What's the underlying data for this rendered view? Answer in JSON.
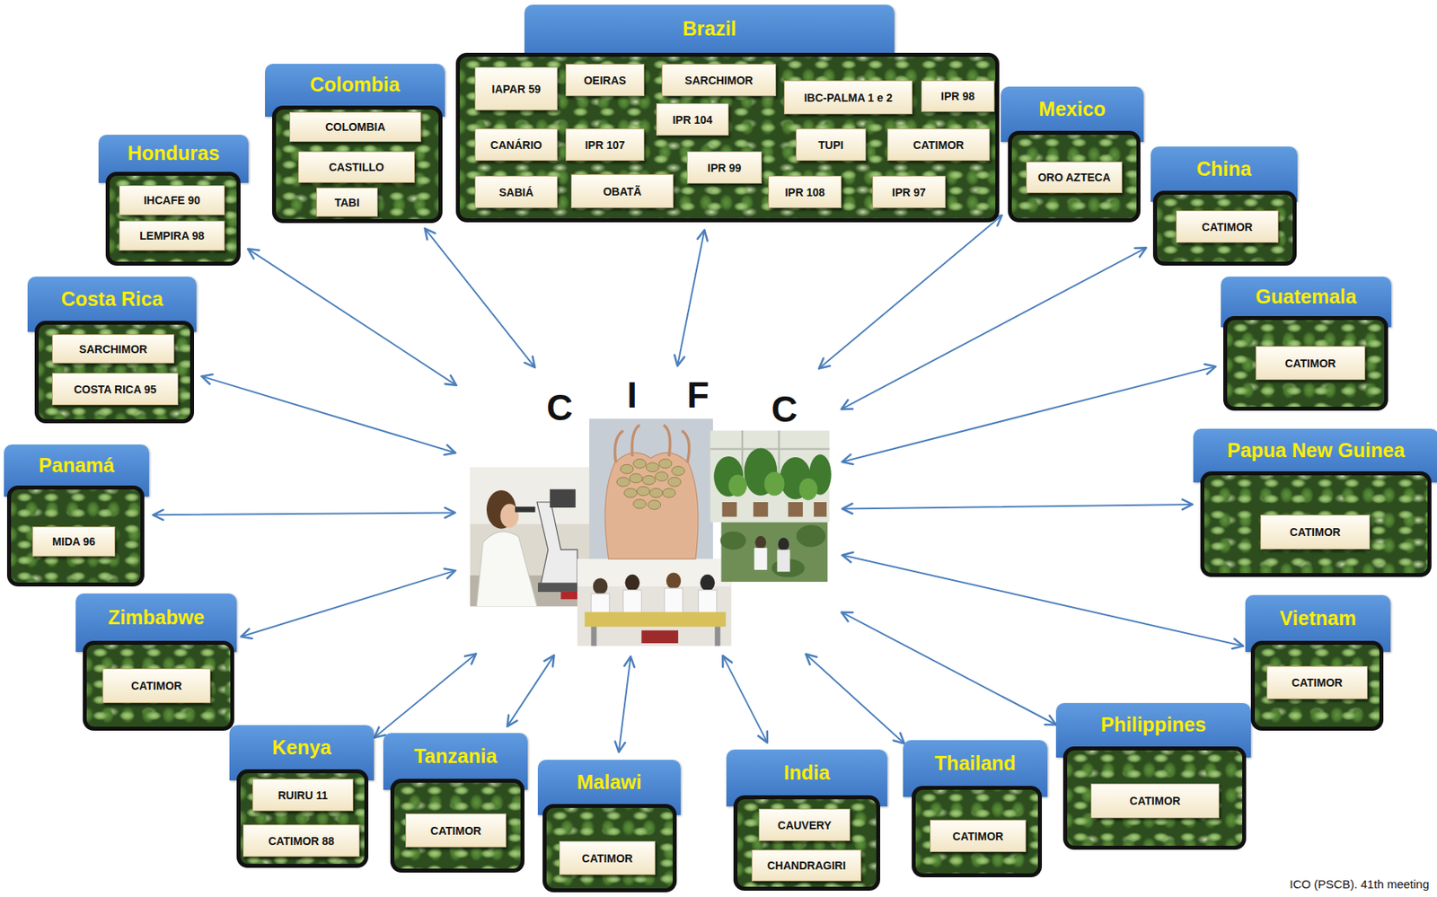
{
  "diagram": {
    "caption": "ICO (PSCB). 41th meeting",
    "nodes": [
      {
        "text": [
          "C",
          "I",
          "F",
          "C"
        ]
      },
      {
        "text": [
          "Honduras"
        ]
      },
      {
        "text": [
          "IHCAFE 90"
        ],
        "in": 1
      },
      {
        "text": [
          "LEMPIRA 98"
        ],
        "in": 1
      },
      {
        "text": [
          "Colombia"
        ]
      },
      {
        "text": [
          "COLOMBIA"
        ],
        "in": 4
      },
      {
        "text": [
          "CASTILLO"
        ],
        "in": 4
      },
      {
        "text": [
          "TABI"
        ],
        "in": 4
      },
      {
        "text": [
          "Brazil"
        ]
      },
      {
        "text": [
          "IAPAR 59"
        ],
        "in": 8
      },
      {
        "text": [
          "OEIRAS"
        ],
        "in": 8
      },
      {
        "text": [
          "SARCHIMOR"
        ],
        "in": 8
      },
      {
        "text": [
          "IBC-PALMA 1 e 2"
        ],
        "in": 8
      },
      {
        "text": [
          "IPR 98"
        ],
        "in": 8
      },
      {
        "text": [
          "IPR 104"
        ],
        "in": 8
      },
      {
        "text": [
          "CANÁRIO"
        ],
        "in": 8
      },
      {
        "text": [
          "IPR 107"
        ],
        "in": 8
      },
      {
        "text": [
          "TUPI"
        ],
        "in": 8
      },
      {
        "text": [
          "CATIMOR"
        ],
        "in": 8
      },
      {
        "text": [
          "IPR 99"
        ],
        "in": 8
      },
      {
        "text": [
          "SABIÁ"
        ],
        "in": 8
      },
      {
        "text": [
          "OBATÃ"
        ],
        "in": 8
      },
      {
        "text": [
          "IPR 108"
        ],
        "in": 8
      },
      {
        "text": [
          "IPR 97"
        ],
        "in": 8
      },
      {
        "text": [
          "Mexico"
        ]
      },
      {
        "text": [
          "ORO AZTECA"
        ],
        "in": 24
      },
      {
        "text": [
          "China"
        ]
      },
      {
        "text": [
          "CATIMOR"
        ],
        "in": 26
      },
      {
        "text": [
          "Costa Rica"
        ]
      },
      {
        "text": [
          "SARCHIMOR"
        ],
        "in": 28
      },
      {
        "text": [
          "COSTA RICA 95"
        ],
        "in": 28
      },
      {
        "text": [
          "Guatemala"
        ]
      },
      {
        "text": [
          "CATIMOR"
        ],
        "in": 31
      },
      {
        "text": [
          "Panamá"
        ]
      },
      {
        "text": [
          "MIDA 96"
        ],
        "in": 33
      },
      {
        "text": [
          "Papua New Guinea"
        ]
      },
      {
        "text": [
          "CATIMOR"
        ],
        "in": 35
      },
      {
        "text": [
          "Zimbabwe"
        ]
      },
      {
        "text": [
          "CATIMOR"
        ],
        "in": 37
      },
      {
        "text": [
          "Vietnam"
        ]
      },
      {
        "text": [
          "CATIMOR"
        ],
        "in": 39
      },
      {
        "text": [
          "Kenya"
        ]
      },
      {
        "text": [
          "RUIRU 11"
        ],
        "in": 41
      },
      {
        "text": [
          "CATIMOR 88"
        ],
        "in": 41
      },
      {
        "text": [
          "Tanzania"
        ]
      },
      {
        "text": [
          "CATIMOR"
        ],
        "in": 44
      },
      {
        "text": [
          "Malawi"
        ]
      },
      {
        "text": [
          "CATIMOR"
        ],
        "in": 46
      },
      {
        "text": [
          "India"
        ]
      },
      {
        "text": [
          "CAUVERY"
        ],
        "in": 48
      },
      {
        "text": [
          "CHANDRAGIRI"
        ],
        "in": 48
      },
      {
        "text": [
          "Thailand"
        ]
      },
      {
        "text": [
          "CATIMOR"
        ],
        "in": 51
      },
      {
        "text": [
          "Philippines"
        ]
      },
      {
        "text": [
          "CATIMOR"
        ],
        "in": 53
      }
    ],
    "edges": [
      {
        "from": 0,
        "to": 1,
        "arrow": "both"
      },
      {
        "from": 0,
        "to": 4,
        "arrow": "both"
      },
      {
        "from": 0,
        "to": 8,
        "arrow": "both"
      },
      {
        "from": 0,
        "to": 24,
        "arrow": "both"
      },
      {
        "from": 0,
        "to": 26,
        "arrow": "both"
      },
      {
        "from": 0,
        "to": 28,
        "arrow": "both"
      },
      {
        "from": 0,
        "to": 31,
        "arrow": "both"
      },
      {
        "from": 0,
        "to": 33,
        "arrow": "both"
      },
      {
        "from": 0,
        "to": 35,
        "arrow": "both"
      },
      {
        "from": 0,
        "to": 37,
        "arrow": "both"
      },
      {
        "from": 0,
        "to": 39,
        "arrow": "both"
      },
      {
        "from": 0,
        "to": 41,
        "arrow": "both"
      },
      {
        "from": 0,
        "to": 44,
        "arrow": "both"
      },
      {
        "from": 0,
        "to": 46,
        "arrow": "both"
      },
      {
        "from": 0,
        "to": 48,
        "arrow": "both"
      },
      {
        "from": 0,
        "to": 51,
        "arrow": "both"
      },
      {
        "from": 0,
        "to": 53,
        "arrow": "both"
      }
    ]
  }
}
